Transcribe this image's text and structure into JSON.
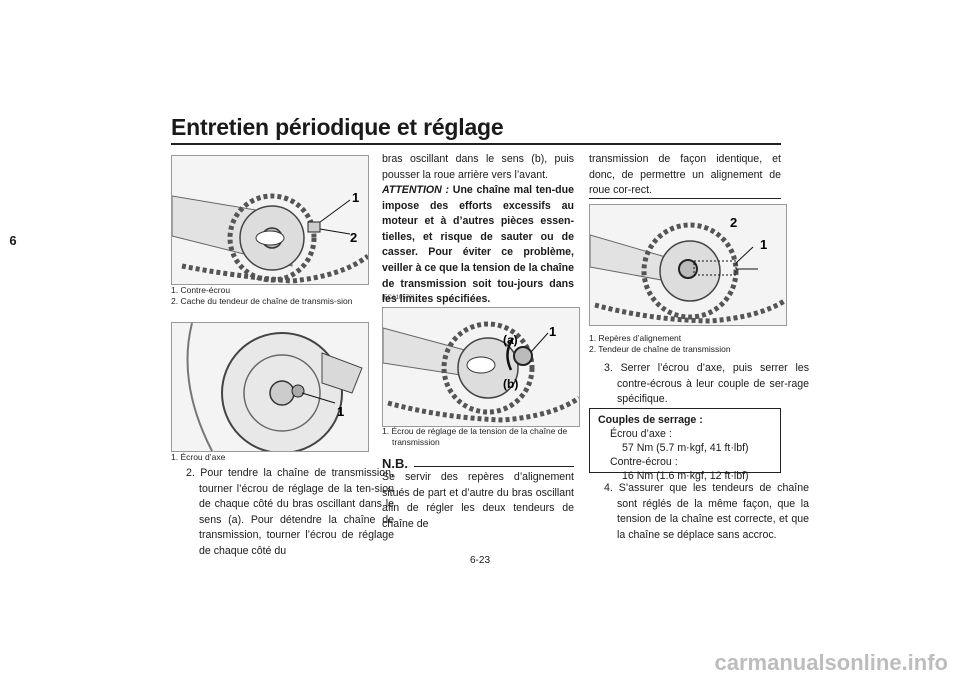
{
  "header": {
    "title": "Entretien périodique et réglage",
    "chapter": "6"
  },
  "figures": {
    "fig1": {
      "labels": [
        "1",
        "2"
      ],
      "captions": [
        "1. Contre-écrou",
        "2. Cache du tendeur de chaîne de transmis-sion"
      ]
    },
    "fig2": {
      "labels": [
        "1"
      ],
      "captions": [
        "1. Écrou d’axe"
      ]
    },
    "fig3": {
      "labels": [
        "(a)",
        "1",
        "(b)"
      ],
      "captions": [
        "1. Écrou de réglage de la tension de la chaîne de transmission"
      ]
    },
    "fig4": {
      "labels": [
        "2",
        "1"
      ],
      "captions": [
        "1. Repères d’alignement",
        "2. Tendeur de chaîne de transmission"
      ]
    }
  },
  "col1": {
    "step2": "2. Pour tendre la chaîne de transmission, tourner l’écrou de réglage de la ten-sion de chaque côté du bras oscillant dans le sens (a). Pour détendre la chaîne de transmission, tourner l’écrou de réglage de chaque côté du"
  },
  "col2": {
    "cont": "bras oscillant dans le sens (b), puis pousser la roue arrière vers l’avant.",
    "attention_lead": "ATTENTION :",
    "attention_text": " Une chaîne mal ten-due impose des efforts excessifs au moteur et à d’autres pièces essen-tielles, et risque de sauter ou de casser. Pour éviter ce problème, veiller à ce que la tension de la chaîne de transmission soit tou-jours dans les limites spécifiées.",
    "code": "[FCA10572]",
    "nb_title": "N.B.",
    "nb_text": "Se servir des repères d’alignement situés de part et d’autre du bras oscillant afin de régler les deux tendeurs de chaîne de"
  },
  "col3": {
    "cont": "transmission de façon identique, et donc, de permettre un alignement de roue cor-rect.",
    "step3": "3. Serrer l’écrou d’axe, puis serrer les contre-écrous à leur couple de ser-rage spécifique.",
    "torque": {
      "title": "Couples de serrage :",
      "item1_label": "Écrou d’axe :",
      "item1_value": "57 Nm (5.7 m·kgf, 41 ft·lbf)",
      "item2_label": "Contre-écrou :",
      "item2_value": "16 Nm (1.6 m·kgf, 12 ft·lbf)"
    },
    "step4": "4. S’assurer que les tendeurs de chaîne sont réglés de la même façon, que la tension de la chaîne est correcte, et que la chaîne se déplace sans accroc."
  },
  "footer": {
    "page": "6-23"
  },
  "watermark": "carmanualsonline.info"
}
